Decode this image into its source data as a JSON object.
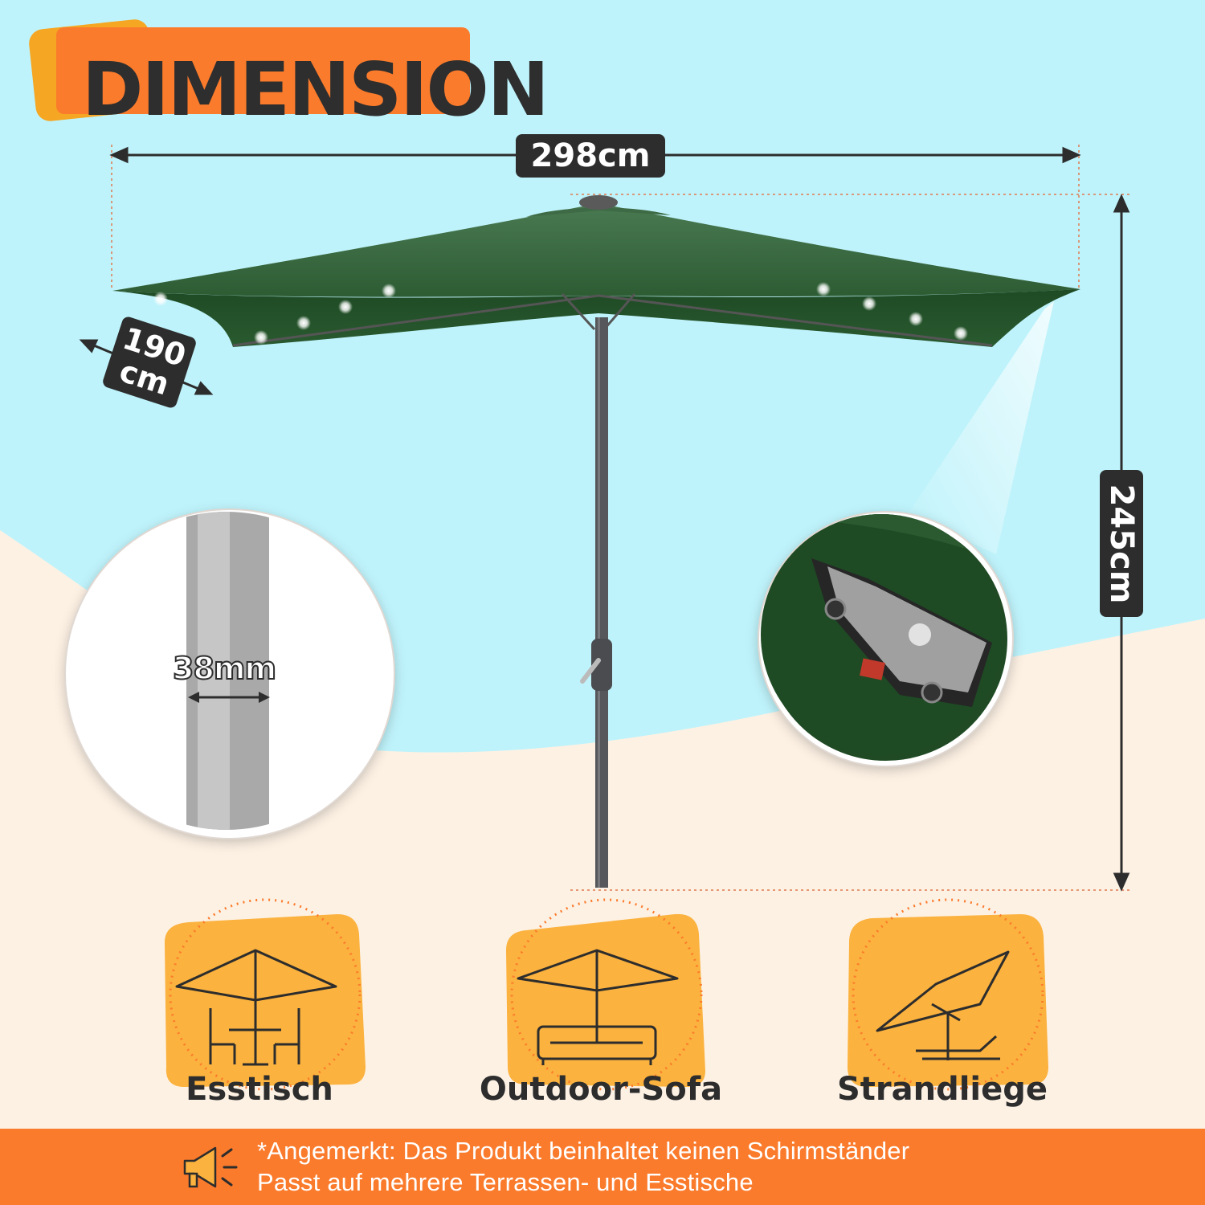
{
  "title": "DIMENSION",
  "dimensions": {
    "width": "298cm",
    "height": "245cm",
    "depth_line1": "190",
    "depth_line2": "cm",
    "pole_diameter": "38mm"
  },
  "uses": [
    {
      "label": "Esstisch",
      "icon": "dining-table-umbrella-icon"
    },
    {
      "label": "Outdoor-Sofa",
      "icon": "sofa-umbrella-icon"
    },
    {
      "label": "Strandliege",
      "icon": "sunlounger-umbrella-icon"
    }
  ],
  "footer": {
    "line1": "*Angemerkt: Das Produkt beinhaltet keinen Schirmständer",
    "line2": "Passt auf mehrere Terrassen- und Esstische",
    "icon": "megaphone-icon"
  },
  "colors": {
    "accent_orange": "#fb7b2c",
    "accent_yellow": "#f5a623",
    "canopy_green": "#2f5e34",
    "label_dark": "#2d2d2d",
    "sky": "#bff3fb",
    "sand": "#fdf1e4"
  }
}
